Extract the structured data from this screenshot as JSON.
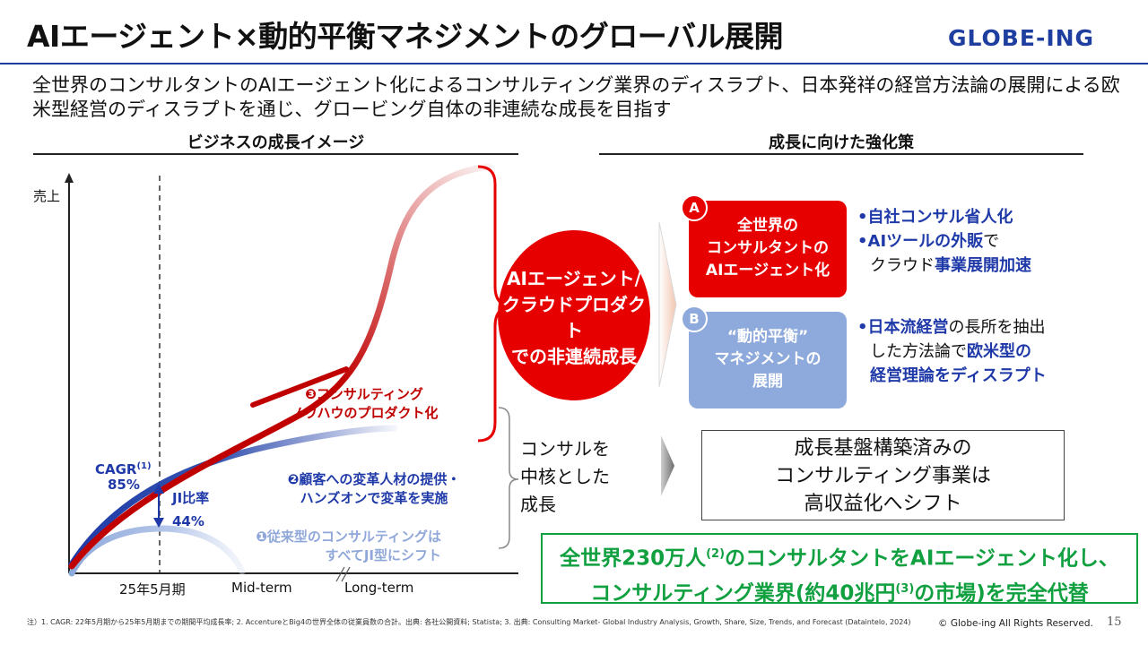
{
  "header": {
    "title": "AIエージェント×動的平衡マネジメントのグローバル展開",
    "logo": "GLOBE-ING"
  },
  "lead": "全世界のコンサルタントのAIエージェント化によるコンサルティング業界のディスラプト、日本発祥の経営方法論の展開による欧米型経営のディスラプトを通じ、グロービング自体の非連続な成長を目指す",
  "left_section": {
    "heading": "ビジネスの成長イメージ",
    "y_axis_label": "売上",
    "x_labels": [
      "25年5月期",
      "Mid-term",
      "Long-term"
    ],
    "cagr_label": "CAGR",
    "cagr_sup": "(1)",
    "cagr_value": "85%",
    "ji_label": "JI比率",
    "ji_value": "44%",
    "step3": [
      "❸コンサルティング",
      "ノウハウのプロダクト化"
    ],
    "step2": [
      "❷顧客への変革人材の提供・",
      "ハンズオンで変革を実施"
    ],
    "step1": [
      "❶従来型のコンサルティングは",
      "すべてJI型にシフト"
    ],
    "consul_core": [
      "コンサルを",
      "中核とした",
      "成長"
    ]
  },
  "oval": [
    "AIエージェント/",
    "クラウドプロダクト",
    "での非連続成長"
  ],
  "right_section": {
    "heading": "成長に向けた強化策",
    "box_a": {
      "badge": "A",
      "lines": [
        "全世界の",
        "コンサルタントの",
        "AIエージェント化"
      ],
      "bullet1_bold": "自社コンサル省人化",
      "bullet2_bold": "AIツールの外販",
      "bullet2_rest": "で",
      "bullet2_line2_pre": "クラウド",
      "bullet2_line2_bold": "事業展開加速"
    },
    "box_b": {
      "badge": "B",
      "lines": [
        "“動的平衡”",
        "マネジメントの",
        "展開"
      ],
      "bullet1_bold": "日本流経営",
      "bullet1_rest": "の長所を抽出",
      "bullet1_line2_pre": "した方法論で",
      "bullet1_line2_bold": "欧米型の",
      "bullet1_line3_bold": "経営理論をディスラプト"
    },
    "core_box": [
      "成長基盤構築済みの",
      "コンサルティング事業は",
      "高収益化へシフト"
    ]
  },
  "green_box": {
    "line1_a": "全世界230万人",
    "line1_sup": "(2)",
    "line1_b": "のコンサルタントをAIエージェント化し、",
    "line2_a": "コンサルティング業界(約40兆円",
    "line2_sup": "(3)",
    "line2_b": "の市場)を完全代替"
  },
  "footer": {
    "note": "注）1. CAGR: 22年5月期から25年5月期までの期間平均成長率; 2. AccentureとBig4の世界全体の従業員数の合計。出典: 各社公開資料; Statista; 3. 出典: Consulting Market- Global Industry Analysis, Growth, Share, Size, Trends, and Forecast (Dataintelo, 2024)",
    "copyright": "© Globe-ing All Rights Reserved.",
    "page": "15"
  },
  "colors": {
    "brand_blue": "#1e3fa0",
    "red": "#e60000",
    "dark_red": "#c00000",
    "green": "#10a040",
    "pale_blue": "#8ea9db"
  }
}
